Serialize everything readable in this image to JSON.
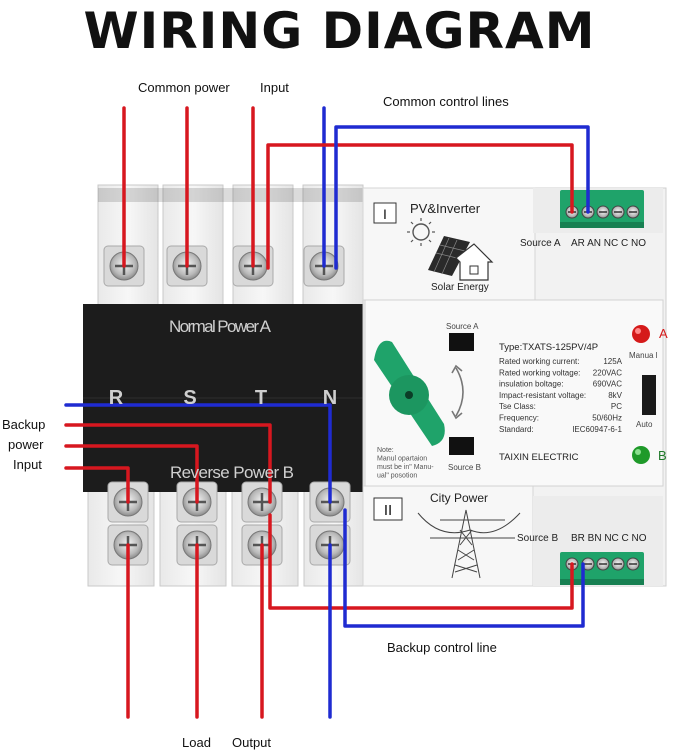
{
  "title": "WIRING DIAGRAM",
  "labels": {
    "common_power": "Common power",
    "input_top": "Input",
    "common_control_lines": "Common control lines",
    "backup_line1": "Backup",
    "backup_line2": "power",
    "backup_line3": "Input",
    "backup_control_line": "Backup control line",
    "load": "Load",
    "output": "Output"
  },
  "device": {
    "normal_power": "Normal Power A",
    "reverse_power": "Reverse Power B",
    "phases": [
      "R",
      "S",
      "T",
      "N"
    ],
    "source_i": {
      "roman": "I",
      "name": "PV&Inverter",
      "energy": "Solar Energy",
      "source": "Source A",
      "terminals": "AR AN NC C NO"
    },
    "source_ii": {
      "roman": "II",
      "name": "City Power",
      "source": "Source B",
      "terminals": "BR BN NC C NO"
    },
    "panel": {
      "source_a": "Source A",
      "source_b": "Source B",
      "type": "Type:TXATS-125PV/4P",
      "specs": [
        {
          "label": "Rated working current:",
          "value": "125A"
        },
        {
          "label": "Rated working voltage:",
          "value": "220VAC"
        },
        {
          "label": "insulation boltage:",
          "value": "690VAC"
        },
        {
          "label": "Impact-resistant voltage:",
          "value": "8kV"
        },
        {
          "label": "Tse Class:",
          "value": "PC"
        },
        {
          "label": "Frequency:",
          "value": "50/60Hz"
        },
        {
          "label": "Standard:",
          "value": "IEC60947-6-1"
        }
      ],
      "brand": "TAIXIN ELECTRIC",
      "indicator_a": "A",
      "indicator_b": "B",
      "manual": "Manua l",
      "auto": "Auto",
      "note": [
        "Note:",
        "Manul opartaion",
        "must be in\" Manu-",
        "ual\"  posotion"
      ]
    }
  },
  "colors": {
    "live_wire": "#d7171f",
    "neutral_wire": "#1f2bd1",
    "handle": "#1fa36a",
    "led_a": "#d51a1a",
    "led_b": "#1f9a2a",
    "block": "#1c1c1c"
  }
}
